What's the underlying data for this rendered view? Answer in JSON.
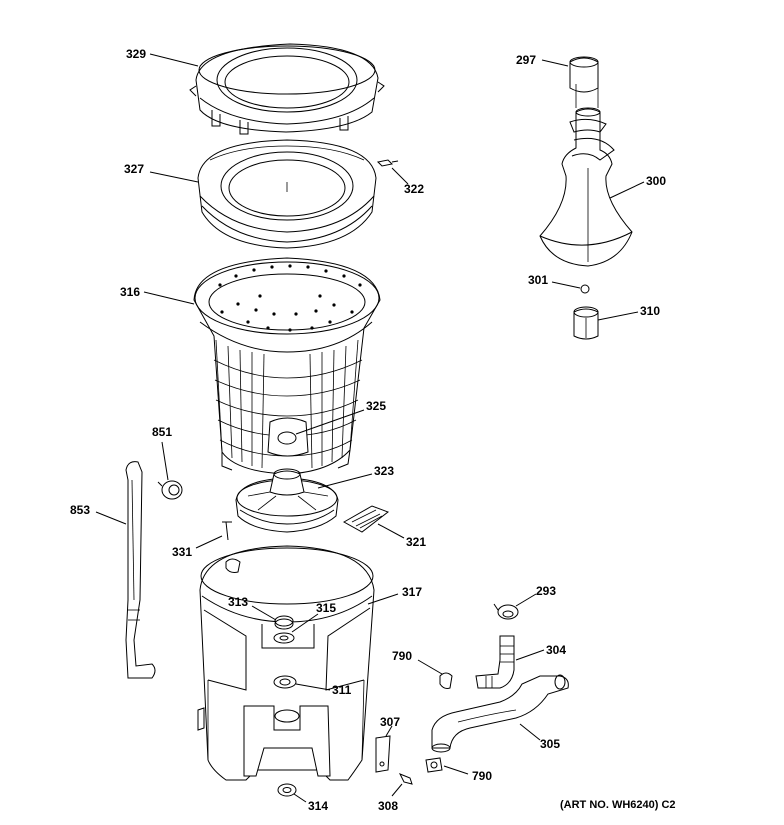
{
  "callouts": {
    "c329": "329",
    "c327": "327",
    "c322": "322",
    "c316": "316",
    "c325": "325",
    "c323": "323",
    "c321": "321",
    "c331": "331",
    "c317": "317",
    "c313": "313",
    "c315": "315",
    "c311": "311",
    "c314": "314",
    "c851": "851",
    "c853": "853",
    "c297": "297",
    "c300": "300",
    "c301": "301",
    "c310": "310",
    "c293": "293",
    "c304": "304",
    "c790a": "790",
    "c790b": "790",
    "c307": "307",
    "c305": "305",
    "c308": "308"
  },
  "art_number": "(ART NO. WH6240) C2"
}
